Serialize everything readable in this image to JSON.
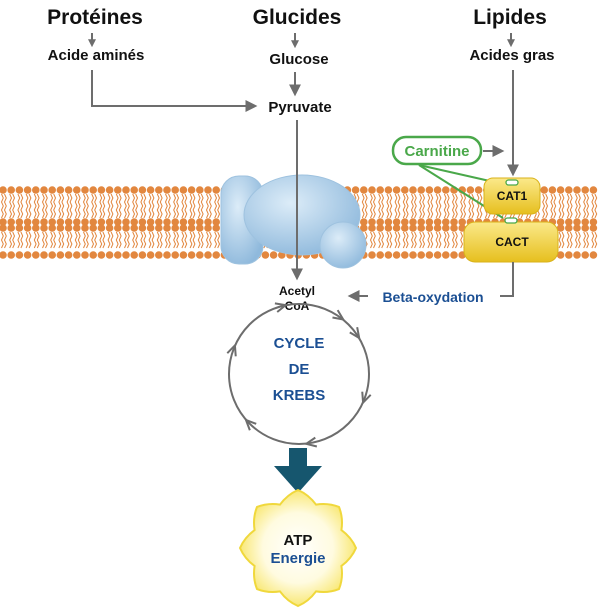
{
  "headers": {
    "proteines": "Protéines",
    "glucides": "Glucides",
    "lipides": "Lipides"
  },
  "labels": {
    "acide_amines": "Acide aminés",
    "glucose": "Glucose",
    "acides_gras": "Acides gras",
    "pyruvate": "Pyruvate",
    "carnitine": "Carnitine",
    "cat1": "CAT1",
    "cact": "CACT",
    "acetyl": "Acetyl",
    "coa": "CoA",
    "beta_oxydation": "Beta-oxydation"
  },
  "krebs": {
    "line1": "CYCLE",
    "line2": "DE",
    "line3": "KREBS"
  },
  "atp": {
    "title": "ATP",
    "subtitle": "Energie"
  },
  "colors": {
    "membrane": "#e2873f",
    "protein": "#a9cbe6",
    "carrier": "#f3d43c",
    "carnitine": "#4aa84a",
    "krebs_text": "#1b4f93",
    "big_arrow": "#16566e",
    "star": "#f7e35a"
  }
}
